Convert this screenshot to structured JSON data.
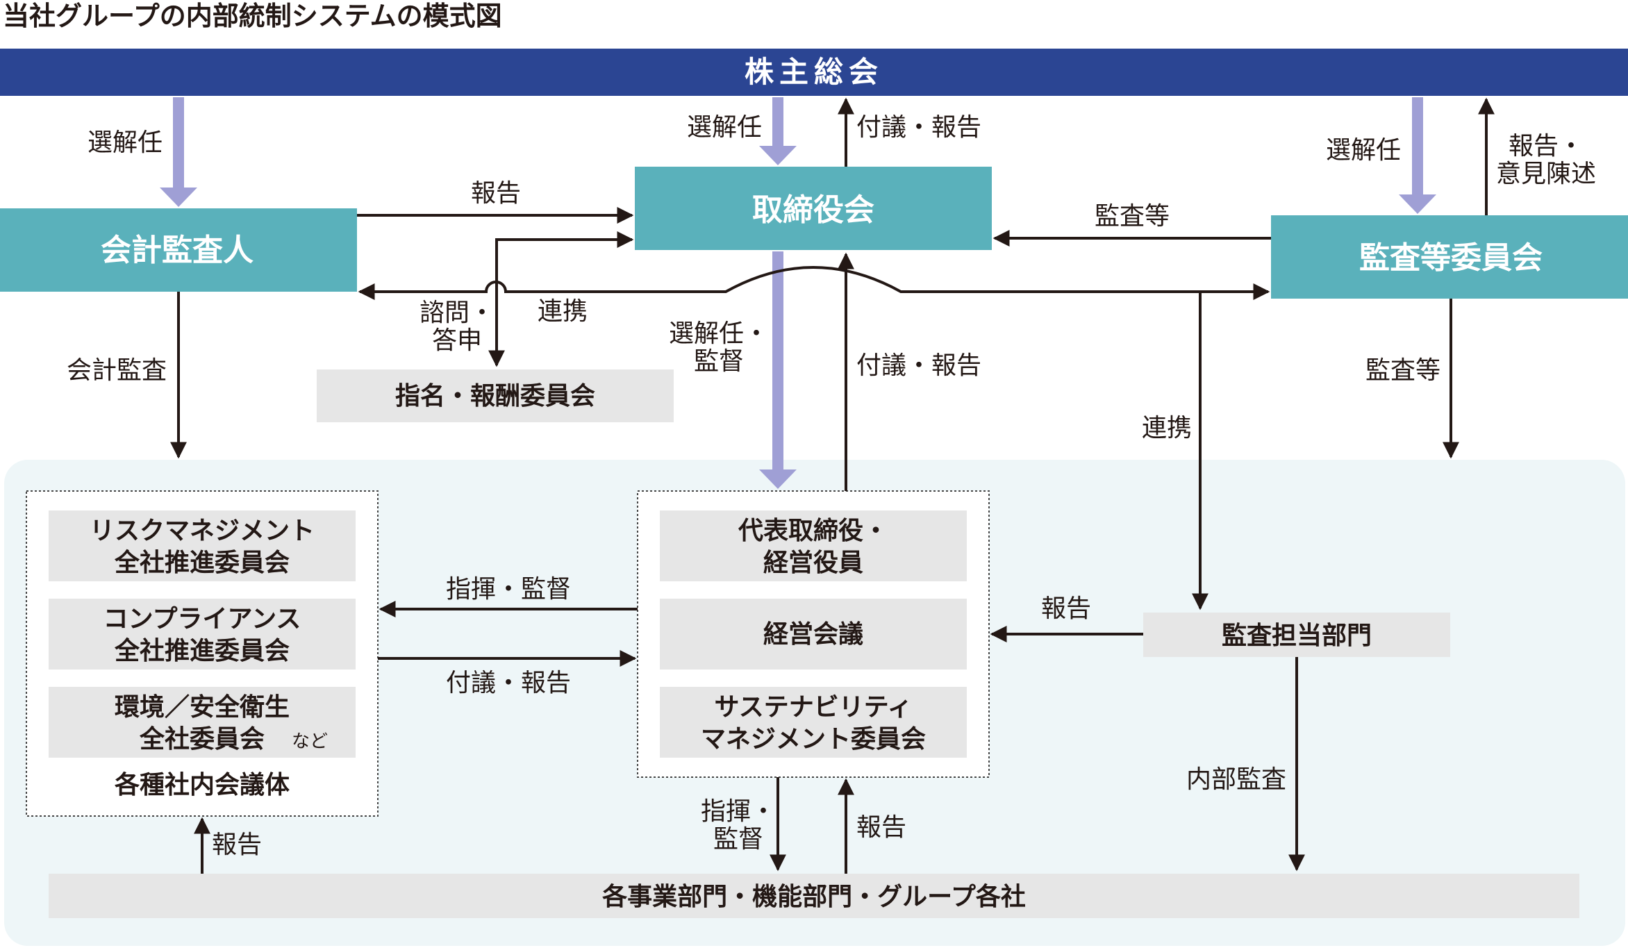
{
  "title": "当社グループの内部統制システムの模式図",
  "boxes": {
    "shareholders": "株主総会",
    "auditor": "会計監査人",
    "board": "取締役会",
    "audit_committee": "監査等委員会",
    "nomination_committee": "指名・報酬委員会",
    "risk_committee": [
      "リスクマネジメント",
      "全社推進委員会"
    ],
    "compliance_committee": [
      "コンプライアンス",
      "全社推進委員会"
    ],
    "env_committee": [
      "環境／安全衛生",
      "全社委員会",
      "など"
    ],
    "other_bodies": "各種社内会議体",
    "ceo": [
      "代表取締役・",
      "経営役員"
    ],
    "management_meeting": "経営会議",
    "sustainability_committee": [
      "サステナビリティ",
      "マネジメント委員会"
    ],
    "internal_audit_dept": "監査担当部門",
    "divisions": "各事業部門・機能部門・グループ各社"
  },
  "labels": {
    "elect_auditor": "選解任",
    "elect_board": "選解任",
    "propose_report_top": "付議・報告",
    "elect_audit_committee": "選解任",
    "report_opinion": [
      "報告・",
      "意見陳述"
    ],
    "auditor_report": "報告",
    "audit_etc_board": "監査等",
    "consult_reply": [
      "諮問・",
      "答申"
    ],
    "cooperation_1": "連携",
    "accounting_audit": "会計監査",
    "elect_supervise": [
      "選解任・",
      "監督"
    ],
    "propose_report_mid": "付議・報告",
    "audit_etc_down": "監査等",
    "cooperation_2": "連携",
    "command_supervise_left": "指揮・監督",
    "propose_report_left": "付議・報告",
    "report_internal": "報告",
    "internal_audit": "内部監査",
    "command_supervise_bottom": [
      "指揮・",
      "監督"
    ],
    "report_bottom": "報告",
    "report_left_bottom": "報告"
  },
  "colors": {
    "navy": "#2b4593",
    "teal": "#5ab1bb",
    "gray_box": "#e6e6e6",
    "pane": "#eef6f8",
    "thick_arrow": "#9f9fd5"
  }
}
